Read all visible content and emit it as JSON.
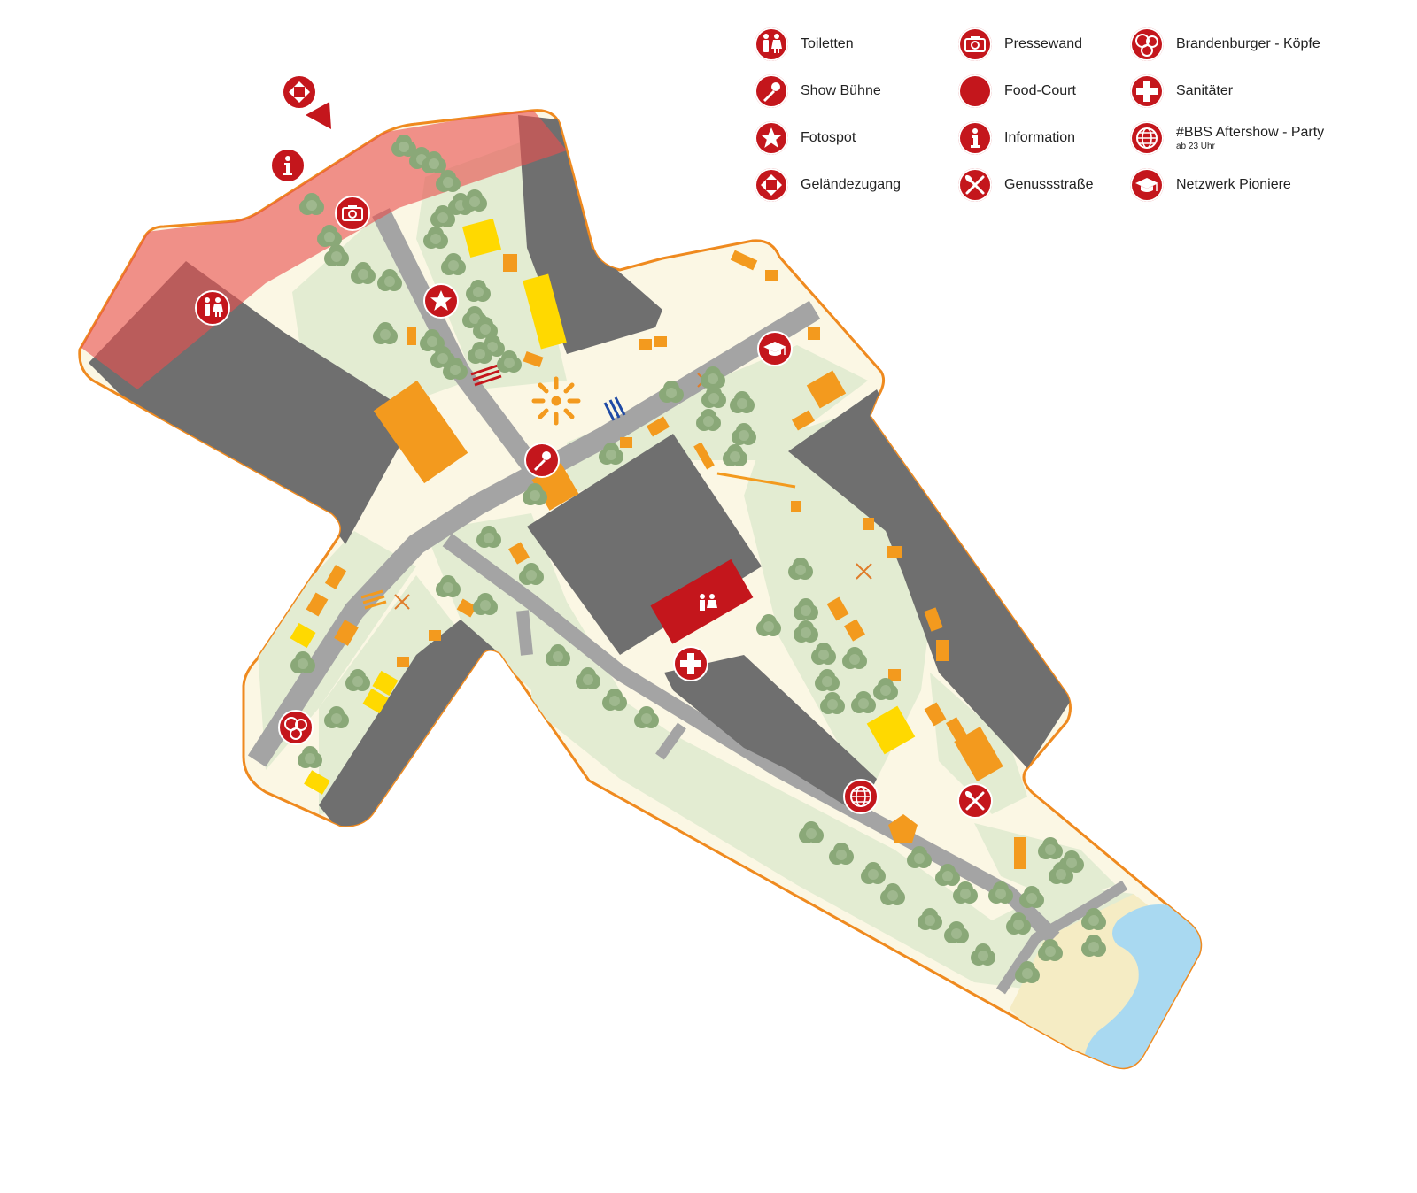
{
  "map": {
    "colors": {
      "boundary": "#ef8a1f",
      "ground": "#fbf7e4",
      "green": "#e3ecd2",
      "building": "#6f6f6f",
      "road": "#a4a4a4",
      "tree": "#8aa878",
      "stand_orange": "#f39a1e",
      "stand_yellow": "#ffd900",
      "highlight_red": "#e8504f",
      "accent_red": "#c4161c",
      "water": "#a9d9f1",
      "sand": "#f5ecc4"
    },
    "markers": [
      {
        "name": "entrance-marker",
        "icon": "entrance-icon"
      },
      {
        "name": "information-marker",
        "icon": "info-icon"
      },
      {
        "name": "press-wall-marker",
        "icon": "camera-icon"
      },
      {
        "name": "toilets-marker-north",
        "icon": "toilets-icon"
      },
      {
        "name": "photo-spot-marker",
        "icon": "star-icon"
      },
      {
        "name": "show-stage-marker",
        "icon": "microphone-icon"
      },
      {
        "name": "network-pioneers-marker",
        "icon": "graduation-cap-icon"
      },
      {
        "name": "brandenburg-heads-marker",
        "icon": "heads-icon"
      },
      {
        "name": "toilets-marker-central",
        "icon": "toilets-icon"
      },
      {
        "name": "medic-marker",
        "icon": "cross-icon"
      },
      {
        "name": "aftershow-party-marker",
        "icon": "globe-icon"
      },
      {
        "name": "gourmet-street-marker",
        "icon": "cutlery-icon"
      }
    ]
  },
  "legend": {
    "items": [
      {
        "label": "Toiletten",
        "icon": "toilets-icon"
      },
      {
        "label": "Pressewand",
        "icon": "camera-icon"
      },
      {
        "label": "Brandenburger - Köpfe",
        "icon": "heads-icon"
      },
      {
        "label": "Show Bühne",
        "icon": "microphone-icon"
      },
      {
        "label": "Food-Court",
        "icon": "food-court-icon"
      },
      {
        "label": "Sanitäter",
        "icon": "cross-icon"
      },
      {
        "label": "Fotospot",
        "icon": "star-icon"
      },
      {
        "label": "Information",
        "icon": "info-icon"
      },
      {
        "label": "#BBS Aftershow - Party",
        "sublabel": "ab 23 Uhr",
        "icon": "globe-icon"
      },
      {
        "label": "Geländezugang",
        "icon": "entrance-icon"
      },
      {
        "label": "Genussstraße",
        "icon": "cutlery-icon"
      },
      {
        "label": "Netzwerk Pioniere",
        "icon": "graduation-cap-icon"
      }
    ]
  }
}
